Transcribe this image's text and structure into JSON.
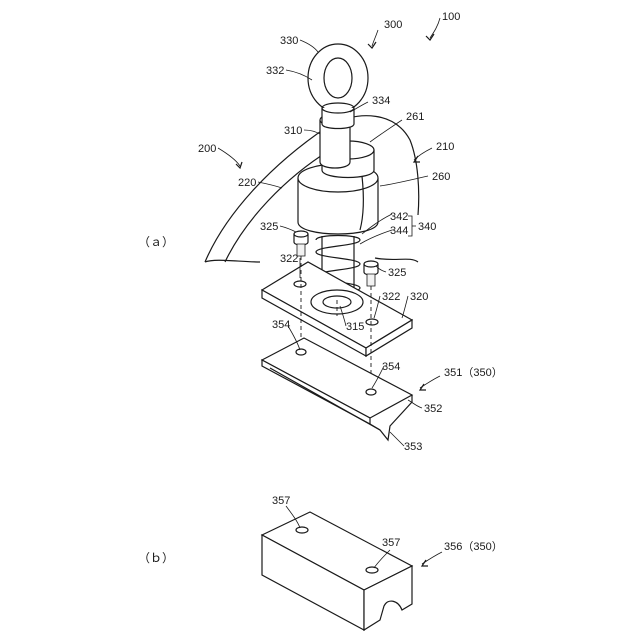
{
  "figure": {
    "sub_a": "（ａ）",
    "sub_b": "（ｂ）",
    "refs": {
      "r100": "100",
      "r200": "200",
      "r210": "210",
      "r220": "220",
      "r260": "260",
      "r261": "261",
      "r300": "300",
      "r310": "310",
      "r315": "315",
      "r320": "320",
      "r322a": "322",
      "r322b": "322",
      "r325a": "325",
      "r325b": "325",
      "r330": "330",
      "r332": "332",
      "r334": "334",
      "r340": "340",
      "r342": "342",
      "r344": "344",
      "r351": "351（350）",
      "r352": "352",
      "r353": "353",
      "r354a": "354",
      "r354b": "354",
      "r356": "356（350）",
      "r357a": "357",
      "r357b": "357"
    }
  }
}
